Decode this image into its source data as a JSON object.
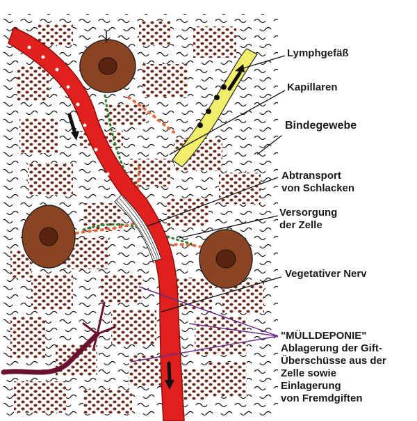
{
  "labels": {
    "lymph": "Lymphgefäß",
    "capillaries": "Kapillaren",
    "connective": "Bindegewebe",
    "waste_line1": "Abtransport",
    "waste_line2": "von Schlacken",
    "supply_line1": "Versorgung",
    "supply_line2": "der Zelle",
    "nerve": "Vegetativer Nerv",
    "dump_title": "\"MÜLLDEPONIE\"",
    "dump_line1": "Ablagerung der Gift-",
    "dump_line2": "Überschüsse aus der",
    "dump_line3": "Zelle sowie",
    "dump_line4": "Einlagerung",
    "dump_line5": "von Fremdgiften"
  },
  "colors": {
    "blood_vessel": "#e0201c",
    "lymph_vessel": "#f2ee6a",
    "cell_body": "#8a4422",
    "cell_nucleus": "#5a2410",
    "fiber_dots": "#6b2a1a",
    "supply_dots": "#e06a40",
    "capillary_dots": "#2e7d2e",
    "nerve": "#6a1030",
    "pointer_violet": "#6a2c8a"
  }
}
